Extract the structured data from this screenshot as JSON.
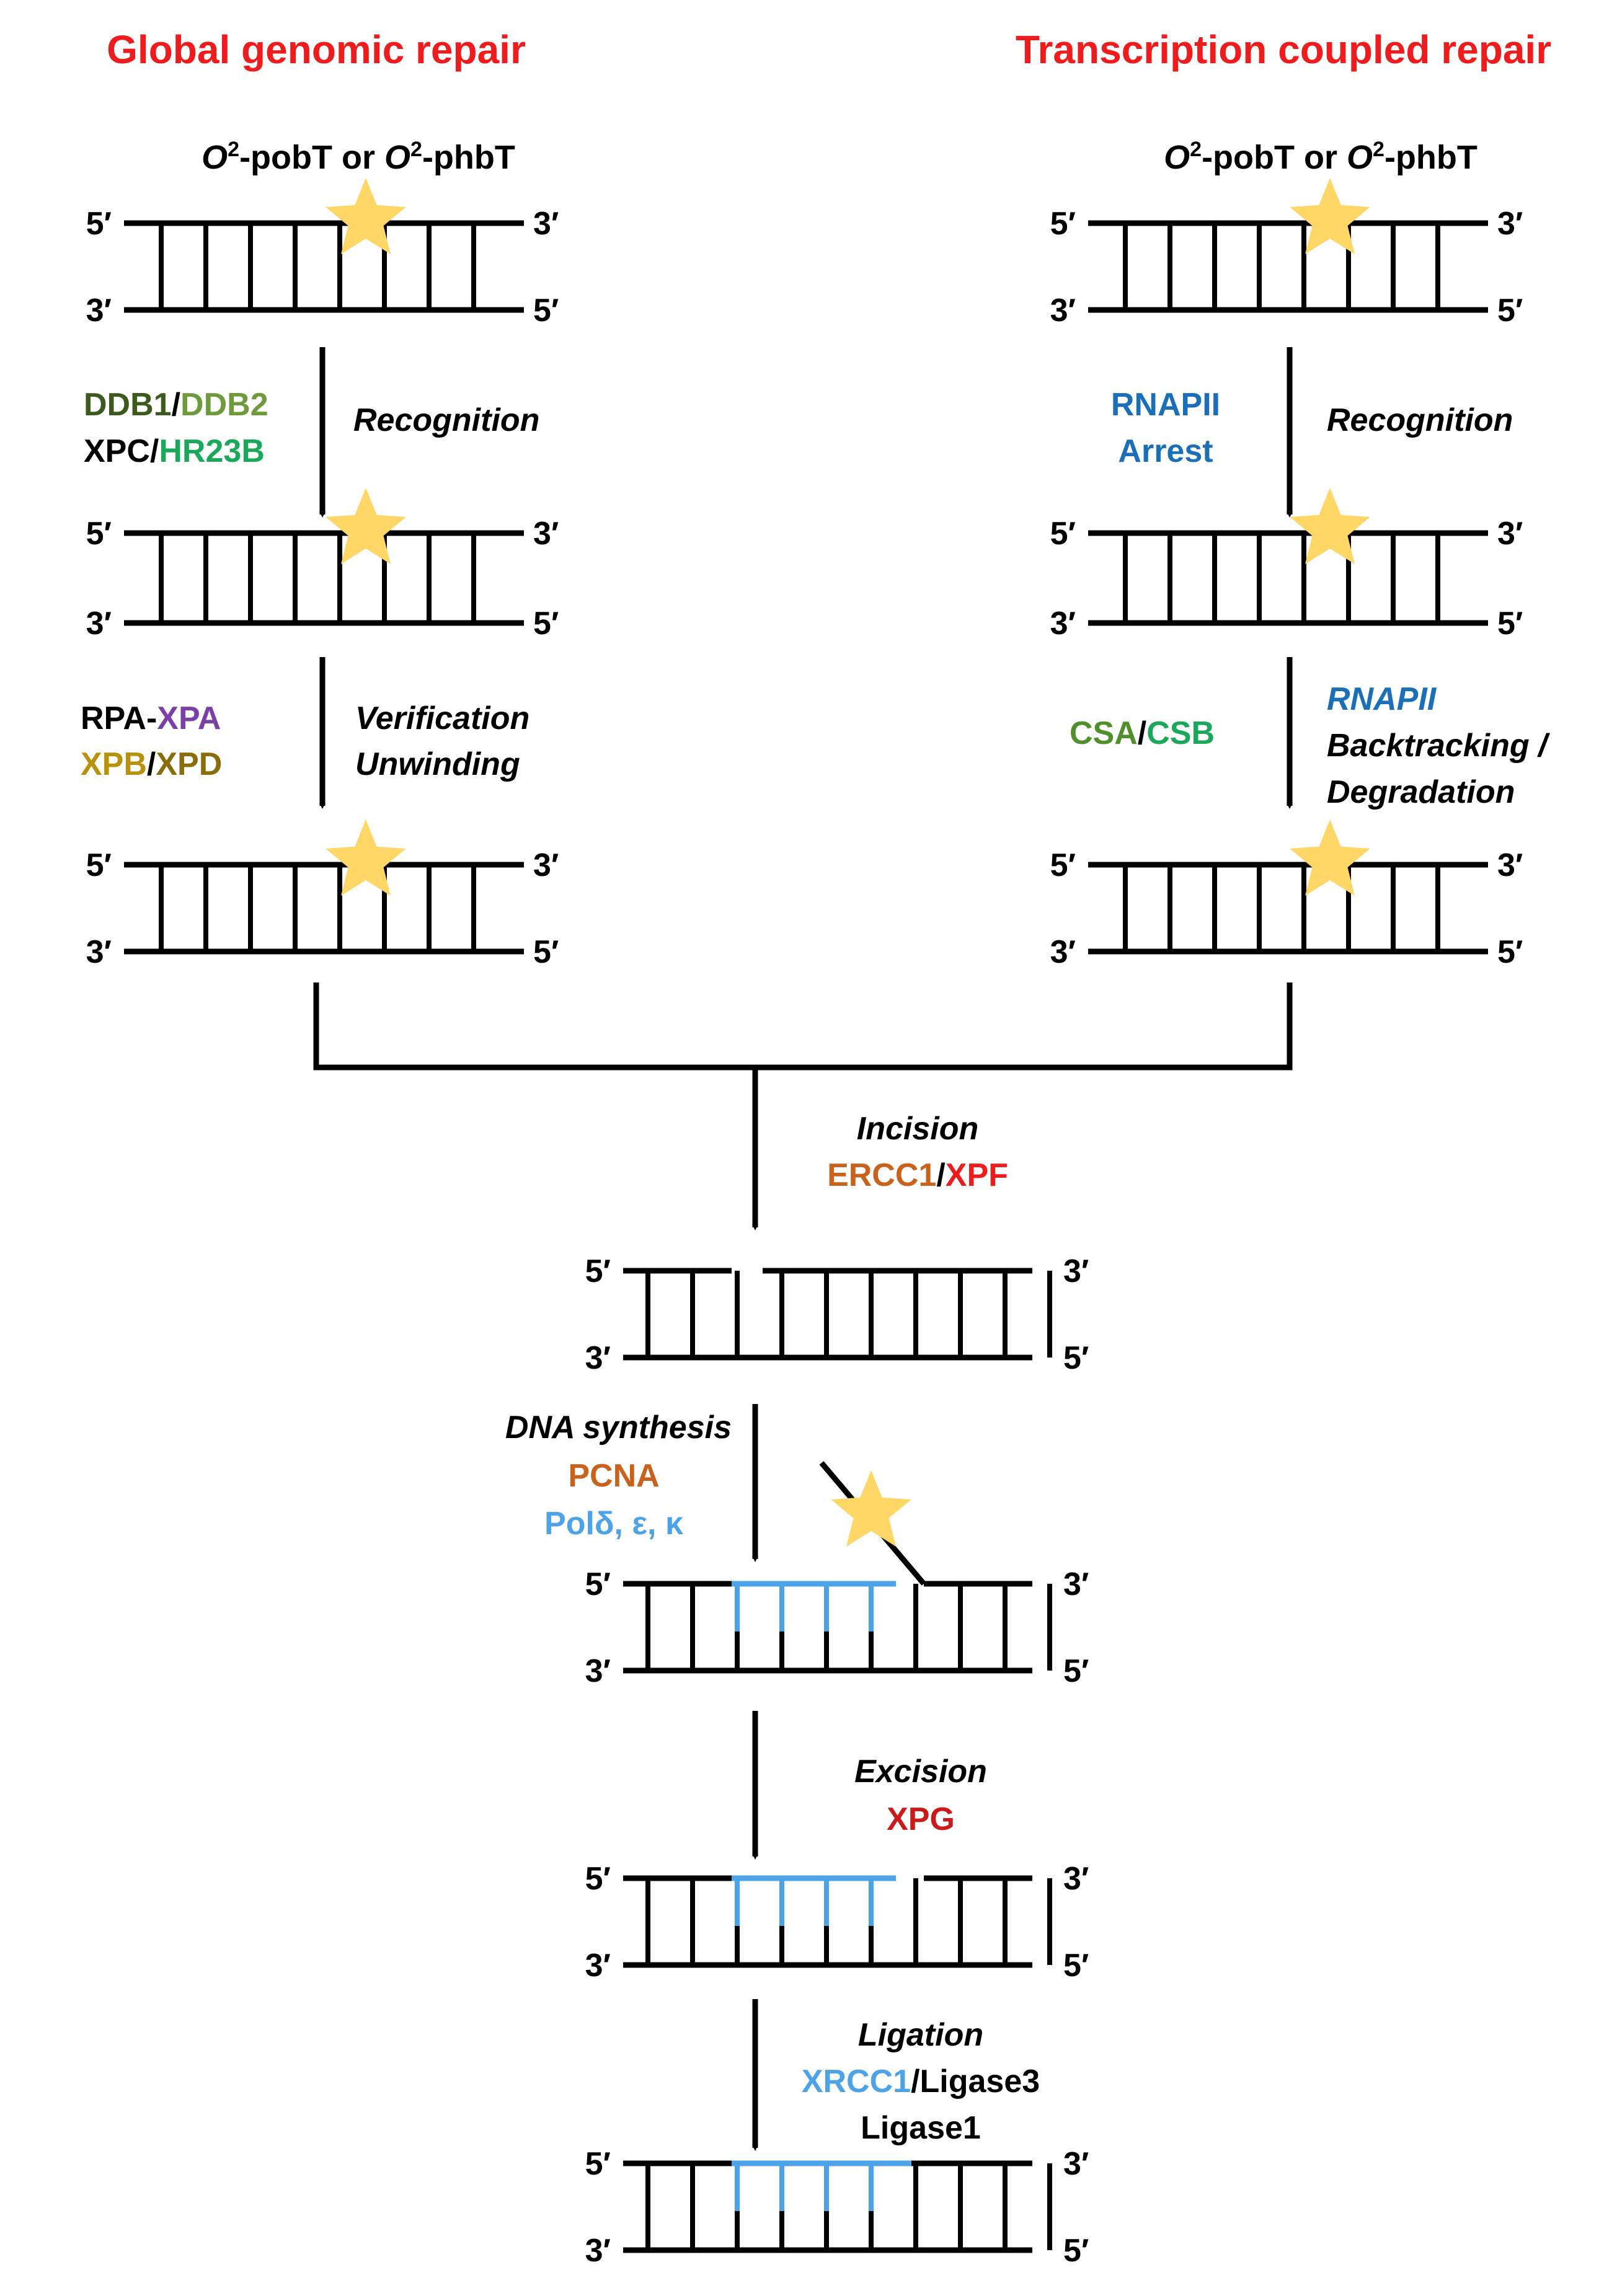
{
  "colors": {
    "ink": "#000000",
    "title_red": "#ee1c1c",
    "ddb1": "#3d5a1e",
    "ddb2": "#6f9a3c",
    "hr23b": "#1aa85a",
    "xpa": "#7b3fa8",
    "xpb_xpd": "#b8920d",
    "rnapii": "#1a6fb8",
    "csa": "#4f8f2c",
    "csb": "#1aa85a",
    "ercc1": "#c8621c",
    "xpf": "#ee1c1c",
    "pcna": "#c8621c",
    "pol": "#4da3e8",
    "xpg": "#cc1a1a",
    "xrcc1": "#4da3e8",
    "new_dna": "#4da3e8",
    "star": "#fed766"
  },
  "titles": {
    "left": "Global genomic repair",
    "right": "Transcription coupled repair"
  },
  "substrate": {
    "o2_sup": "2",
    "pob": "-pobT or ",
    "phb": "-phbT",
    "o": "O"
  },
  "ends": {
    "five": "5′",
    "three": "3′"
  },
  "ggr": {
    "recognition_label": "Recognition",
    "ddb1": "DDB1",
    "slash": "/",
    "ddb2": "DDB2",
    "xpc": "XPC",
    "hr23b": "HR23B",
    "verification_label": "Verification",
    "unwinding_label": "Unwinding",
    "rpa": "RPA",
    "dash": "-",
    "xpa": "XPA",
    "xpb": "XPB",
    "xpd": "XPD"
  },
  "tcr": {
    "recognition_label": "Recognition",
    "rnapii": "RNAPII",
    "arrest": "Arrest",
    "rnapii_italic": "RNAPII",
    "backtracking": "Backtracking /",
    "degradation": "Degradation",
    "csa": "CSA",
    "csb": "CSB"
  },
  "incision": {
    "label": "Incision",
    "ercc1": "ERCC1",
    "xpf": "XPF"
  },
  "synthesis": {
    "label": "DNA synthesis",
    "pcna": "PCNA",
    "pol": "Polδ, ε, κ"
  },
  "excision": {
    "label": "Excision",
    "xpg": "XPG"
  },
  "ligation": {
    "label": "Ligation",
    "xrcc1": "XRCC1",
    "ligase3": "Ligase3",
    "ligase1": "Ligase1"
  }
}
